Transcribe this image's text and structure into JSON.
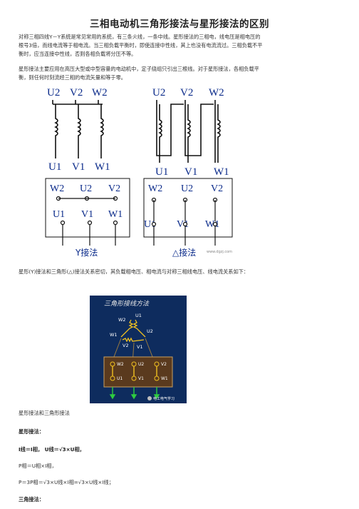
{
  "title": "三相电动机三角形接法与星形接法的区别",
  "para1": "对称三相四线Y－Y系统是常见常用的系统，有三条火线，一条中线。星形接法的三相电，线电压是相电压的根号3倍，而线电流等于相电流。当三相负载平衡时，即使连接中性线，其上也没有电流流过。三相负载不平衡时，应当连接中性线，否则各相负载将分压不等。",
  "para2": "星形接法主要应用在高压大型或中型容量的电动机中，定子绕组只引出三根线。对于星形接法，各相负载平衡，则任何时刻流经三相的电流矢量和等于零。",
  "fig1": {
    "top_labels": [
      "U2",
      "V2",
      "W2"
    ],
    "bottom_labels": [
      "U1",
      "V1",
      "W1"
    ],
    "box_top_left": [
      "W2",
      "U2",
      "V2"
    ],
    "box_bottom": [
      "U1",
      "V1",
      "W1"
    ],
    "caption_left": "Y接法",
    "caption_right": "△接法",
    "watermark": "www.dgzj.com"
  },
  "para3": "星形(Y)接法和三角形(△)接法关系密切，其负载相电压、相电流与对称三相线电压、线电流关系如下：",
  "fig2": {
    "title": "三角形接线方法",
    "tri_labels": [
      "W2",
      "U1",
      "W1",
      "U2",
      "V2",
      "V1"
    ],
    "box_top": [
      "W2",
      "U2",
      "V2"
    ],
    "box_bottom": [
      "U1",
      "V1",
      "W1"
    ],
    "badge": "电工电气学习"
  },
  "caption": "星形接法和三角形接法",
  "star_heading": "星形接法：",
  "star_f1": "I线＝I相，  U线＝√3×U相，",
  "star_f2": "P相＝U相×I相，",
  "star_f3": "P＝3P相＝√3×U线×I相=√3×U线×I线；",
  "delta_heading": "三角接法："
}
